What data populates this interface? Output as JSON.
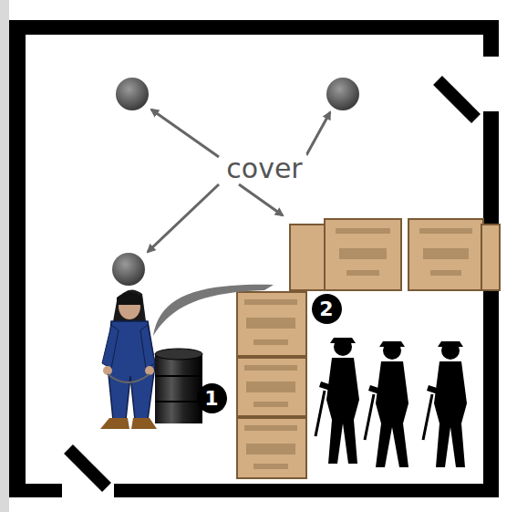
{
  "diagram": {
    "nodes": [
      {
        "text": [
          "1"
        ]
      },
      {
        "text": [
          "2"
        ]
      }
    ],
    "labels": [
      "cover"
    ]
  }
}
